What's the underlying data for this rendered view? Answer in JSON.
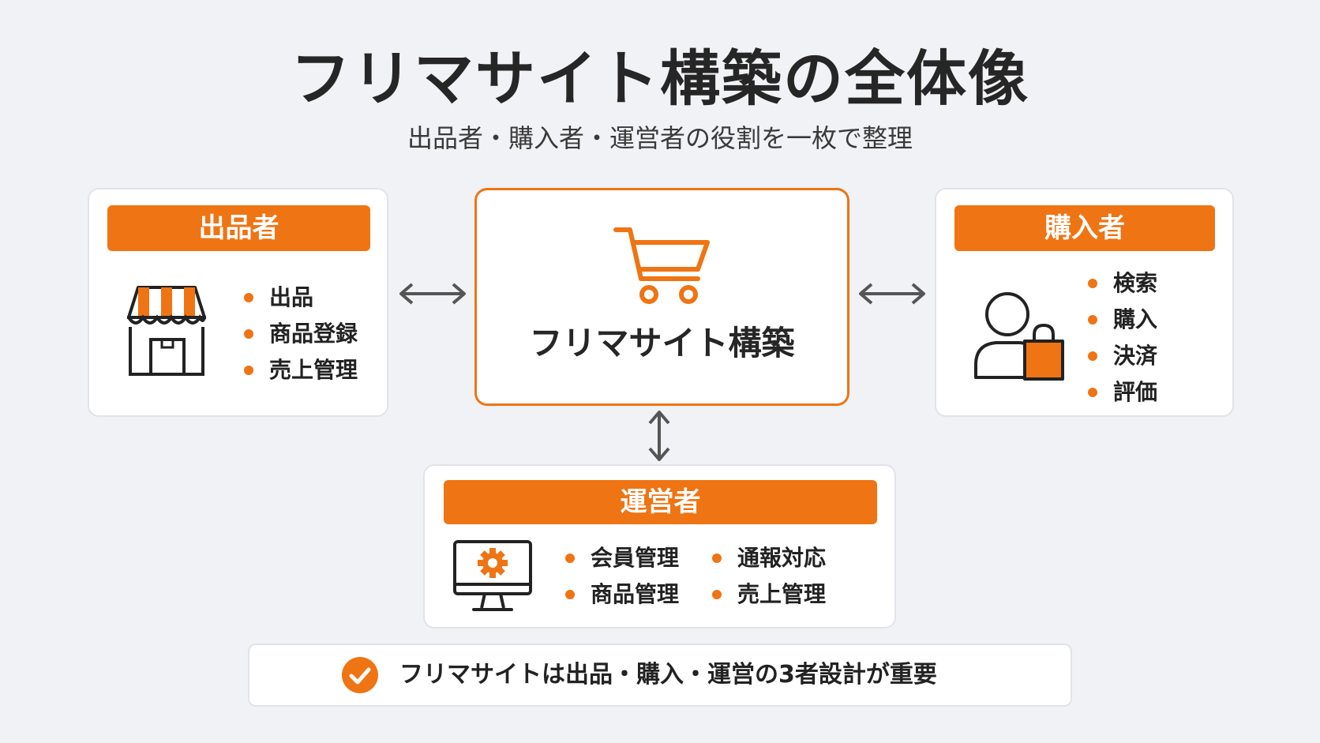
{
  "title": "フリマサイト構築の全体像",
  "subtitle": "出品者・購入者・運営者の役割を一枚で整理",
  "center": {
    "label": "フリマサイト構築",
    "icon": "cart-icon"
  },
  "seller": {
    "title": "出品者",
    "icon": "storefront-icon",
    "items": [
      "出品",
      "商品登録",
      "売上管理"
    ]
  },
  "buyer": {
    "title": "購入者",
    "icon": "shopper-icon",
    "items": [
      "検索",
      "購入",
      "決済",
      "評価"
    ]
  },
  "operator": {
    "title": "運営者",
    "icon": "monitor-gear-icon",
    "items": [
      "会員管理",
      "商品管理",
      "通報対応",
      "売上管理"
    ]
  },
  "note": {
    "icon": "check-circle-icon",
    "text": "フリマサイトは出品・購入・運営の3者設計が重要"
  },
  "colors": {
    "accent": "#ef7413",
    "background": "#f1f2f5",
    "card": "#ffffff",
    "arrow": "#555555"
  }
}
